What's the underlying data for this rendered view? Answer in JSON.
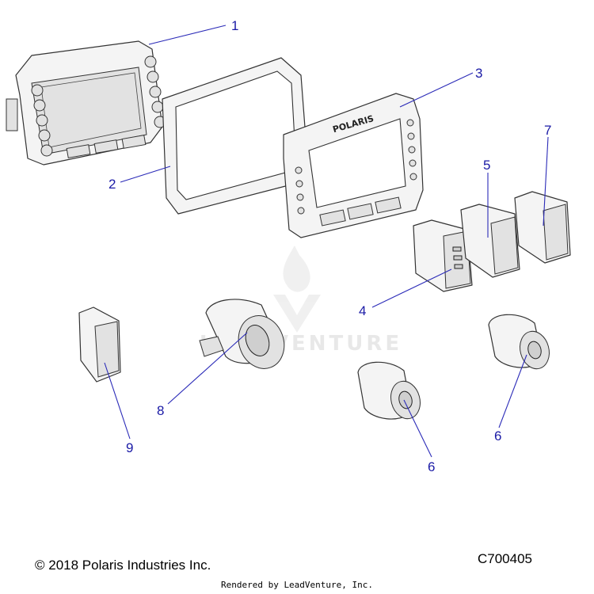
{
  "watermark": {
    "text": "LEADVENTURE"
  },
  "callouts": [
    {
      "id": "c1",
      "label": "1"
    },
    {
      "id": "c2",
      "label": "2"
    },
    {
      "id": "c3",
      "label": "3"
    },
    {
      "id": "c4",
      "label": "4"
    },
    {
      "id": "c5",
      "label": "5"
    },
    {
      "id": "c6a",
      "label": "6"
    },
    {
      "id": "c6b",
      "label": "6"
    },
    {
      "id": "c7",
      "label": "7"
    },
    {
      "id": "c8",
      "label": "8"
    },
    {
      "id": "c9",
      "label": "9"
    }
  ],
  "bezel_brand": "POLARIS",
  "footer": {
    "copyright": "© 2018 Polaris Industries Inc.",
    "diagram_code": "C700405",
    "rendered_by": "Rendered by LeadVenture, Inc."
  }
}
